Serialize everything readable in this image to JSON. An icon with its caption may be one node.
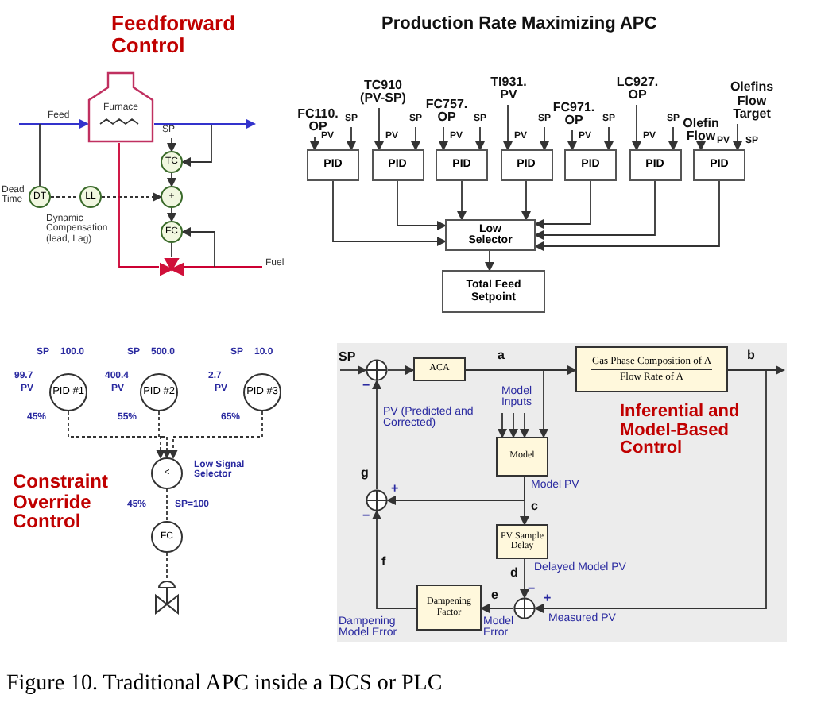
{
  "diagram": {
    "caption": "Figure 10.  Traditional APC inside a DCS or PLC",
    "nodes": [
      {
        "text": [
          "Feedforward Control"
        ]
      },
      {
        "text": [
          "Furnace"
        ],
        "in": 0
      },
      {
        "text": [
          "DT"
        ],
        "in": 0,
        "beside": [
          "Dead Time"
        ]
      },
      {
        "text": [
          "LL"
        ],
        "in": 0,
        "beside": [
          "Dynamic Compensation (lead, Lag)"
        ]
      },
      {
        "text": [
          "TC"
        ],
        "in": 0
      },
      {
        "text": [
          "+"
        ],
        "in": 0
      },
      {
        "text": [
          "FC"
        ],
        "in": 0
      },
      {
        "text": [],
        "shape": "picture",
        "in": 0
      },
      {
        "text": [
          "Production Rate Maximizing APC"
        ]
      },
      {
        "text": [
          "FC110. OP"
        ],
        "in": 8
      },
      {
        "text": [
          "TC910 (PV-SP)"
        ],
        "in": 8
      },
      {
        "text": [
          "FC757. OP"
        ],
        "in": 8
      },
      {
        "text": [
          "TI931. PV"
        ],
        "in": 8
      },
      {
        "text": [
          "FC971. OP"
        ],
        "in": 8
      },
      {
        "text": [
          "LC927. OP"
        ],
        "in": 8
      },
      {
        "text": [
          "Olefin Flow"
        ],
        "in": 8
      },
      {
        "text": [
          "Olefins Flow Target"
        ],
        "in": 8
      },
      {
        "text": [
          "PID"
        ],
        "in": 8
      },
      {
        "text": [
          "PID"
        ],
        "in": 8
      },
      {
        "text": [
          "PID"
        ],
        "in": 8
      },
      {
        "text": [
          "PID"
        ],
        "in": 8
      },
      {
        "text": [
          "PID"
        ],
        "in": 8
      },
      {
        "text": [
          "PID"
        ],
        "in": 8
      },
      {
        "text": [
          "PID"
        ],
        "in": 8
      },
      {
        "text": [
          "Low Selector"
        ],
        "in": 8
      },
      {
        "text": [
          "Total Feed Setpoint"
        ],
        "in": 8
      },
      {
        "text": [
          "Constraint Override Control"
        ]
      },
      {
        "text": [
          "PID #1"
        ],
        "in": 26,
        "beside": [
          "SP",
          "100.0",
          "99.7",
          "PV",
          "45%"
        ]
      },
      {
        "text": [
          "PID #2"
        ],
        "in": 26,
        "beside": [
          "SP",
          "500.0",
          "400.4",
          "PV",
          "55%"
        ]
      },
      {
        "text": [
          "PID #3"
        ],
        "in": 26,
        "beside": [
          "SP",
          "10.0",
          "2.7",
          "PV",
          "65%"
        ]
      },
      {
        "text": [
          "<"
        ],
        "in": 26,
        "beside": [
          "Low Signal Selector"
        ]
      },
      {
        "text": [
          "FC"
        ],
        "in": 26,
        "beside": [
          "45%",
          "SP=100"
        ]
      },
      {
        "text": [],
        "shape": "picture",
        "in": 26
      },
      {
        "text": [
          "Inferential and Model-Based Control"
        ]
      },
      {
        "text": [],
        "shape": "circle",
        "in": 33,
        "beside": [
          "−"
        ]
      },
      {
        "text": [
          "ACA"
        ],
        "in": 33
      },
      {
        "text": [
          "Gas Phase Composition of A",
          "Flow Rate of A"
        ],
        "in": 33
      },
      {
        "text": [
          "Model Inputs"
        ],
        "in": 33
      },
      {
        "text": [
          "Model"
        ],
        "in": 33
      },
      {
        "text": [],
        "shape": "circle",
        "in": 33,
        "beside": [
          "+",
          "−"
        ]
      },
      {
        "text": [
          "PV Sample Delay"
        ],
        "in": 33
      },
      {
        "text": [],
        "shape": "circle",
        "in": 33,
        "beside": [
          "−",
          "+"
        ]
      },
      {
        "text": [
          "Dampening Factor"
        ],
        "in": 33
      },
      {
        "text": [
          "SP"
        ],
        "in": 8
      },
      {
        "text": [
          "SP"
        ],
        "in": 8
      },
      {
        "text": [
          "SP"
        ],
        "in": 8
      },
      {
        "text": [
          "SP"
        ],
        "in": 8
      },
      {
        "text": [
          "SP"
        ],
        "in": 8
      },
      {
        "text": [
          "SP"
        ],
        "in": 8
      }
    ],
    "edges": [
      {
        "from": null,
        "to": 1,
        "label": "Feed",
        "arrow": "to",
        "color": "#3333cc"
      },
      {
        "from": 1,
        "to": 4,
        "arrow": "to"
      },
      {
        "from": null,
        "to": 4,
        "label": "SP",
        "arrow": "to"
      },
      {
        "from": null,
        "to": 2,
        "arrow": "none"
      },
      {
        "from": 2,
        "to": 3,
        "arrow": "none",
        "style": "dashed"
      },
      {
        "from": 3,
        "to": 5,
        "arrow": "to",
        "style": "dashed"
      },
      {
        "from": 4,
        "to": 5,
        "arrow": "to"
      },
      {
        "from": 5,
        "to": 6,
        "arrow": "to"
      },
      {
        "from": 6,
        "to": 7,
        "arrow": "none"
      },
      {
        "from": 7,
        "to": 1,
        "arrow": "none",
        "color": "#cc0033"
      },
      {
        "from": null,
        "to": 7,
        "label": "Fuel",
        "arrow": "none",
        "color": "#cc0033"
      },
      {
        "from": null,
        "to": 6,
        "arrow": "to"
      },
      {
        "from": 9,
        "to": 17,
        "label": "PV",
        "arrow": "to"
      },
      {
        "from": 43,
        "to": 17,
        "arrow": "to"
      },
      {
        "from": 10,
        "to": 18,
        "label": "PV",
        "arrow": "to"
      },
      {
        "from": 44,
        "to": 18,
        "arrow": "to"
      },
      {
        "from": 11,
        "to": 19,
        "label": "PV",
        "arrow": "to"
      },
      {
        "from": 45,
        "to": 19,
        "arrow": "to"
      },
      {
        "from": 12,
        "to": 20,
        "label": "PV",
        "arrow": "to"
      },
      {
        "from": 46,
        "to": 20,
        "arrow": "to"
      },
      {
        "from": 13,
        "to": 21,
        "label": "PV",
        "arrow": "to"
      },
      {
        "from": 47,
        "to": 21,
        "arrow": "to"
      },
      {
        "from": 14,
        "to": 22,
        "label": "PV",
        "arrow": "to"
      },
      {
        "from": 48,
        "to": 22,
        "arrow": "to"
      },
      {
        "from": 15,
        "to": 23,
        "label": "PV",
        "arrow": "to"
      },
      {
        "from": 16,
        "to": 23,
        "label": "SP",
        "arrow": "to"
      },
      {
        "from": 17,
        "to": 24,
        "arrow": "to"
      },
      {
        "from": 18,
        "to": 24,
        "arrow": "to"
      },
      {
        "from": 19,
        "to": 24,
        "arrow": "to"
      },
      {
        "from": 20,
        "to": 24,
        "arrow": "to"
      },
      {
        "from": 21,
        "to": 24,
        "arrow": "to"
      },
      {
        "from": 22,
        "to": 24,
        "arrow": "to"
      },
      {
        "from": 23,
        "to": 24,
        "arrow": "to"
      },
      {
        "from": 24,
        "to": 25,
        "arrow": "to"
      },
      {
        "from": 27,
        "to": 30,
        "arrow": "to",
        "style": "dashed"
      },
      {
        "from": 28,
        "to": 30,
        "arrow": "to",
        "style": "dashed"
      },
      {
        "from": 29,
        "to": 30,
        "arrow": "to",
        "style": "dashed"
      },
      {
        "from": 30,
        "to": 31,
        "arrow": "none",
        "style": "dashed"
      },
      {
        "from": 31,
        "to": 32,
        "arrow": "none",
        "style": "dashed"
      },
      {
        "from": null,
        "to": 34,
        "label": "SP",
        "arrow": "to"
      },
      {
        "from": 34,
        "to": 35,
        "arrow": "to"
      },
      {
        "from": 35,
        "to": 36,
        "label": "a",
        "arrow": "to"
      },
      {
        "from": 36,
        "to": null,
        "label": "b",
        "arrow": "to"
      },
      {
        "from": 35,
        "to": 38,
        "arrow": "to"
      },
      {
        "from": 37,
        "to": 38,
        "arrow": "to"
      },
      {
        "from": 37,
        "to": 38,
        "arrow": "to"
      },
      {
        "from": 37,
        "to": 38,
        "arrow": "to"
      },
      {
        "from": 38,
        "to": 39,
        "arrow": "to"
      },
      {
        "from": 38,
        "to": 40,
        "label": "c",
        "arrow": "to"
      },
      {
        "from": 40,
        "to": 41,
        "label": "d",
        "arrow": "to"
      },
      {
        "from": 36,
        "to": 41,
        "arrow": "to"
      },
      {
        "from": 41,
        "to": 42,
        "label": "e",
        "arrow": "to"
      },
      {
        "from": 42,
        "to": 39,
        "label": "f",
        "arrow": "to"
      },
      {
        "from": 39,
        "to": 34,
        "label": "g",
        "arrow": "to"
      },
      {
        "from": 1,
        "to": null,
        "arrow": "to",
        "color": "#3333cc"
      }
    ],
    "labels": [
      "PV (Predicted and Corrected)",
      "Model PV",
      "Delayed Model PV",
      "Measured PV",
      "Model Error",
      "Dampening Model Error"
    ]
  }
}
